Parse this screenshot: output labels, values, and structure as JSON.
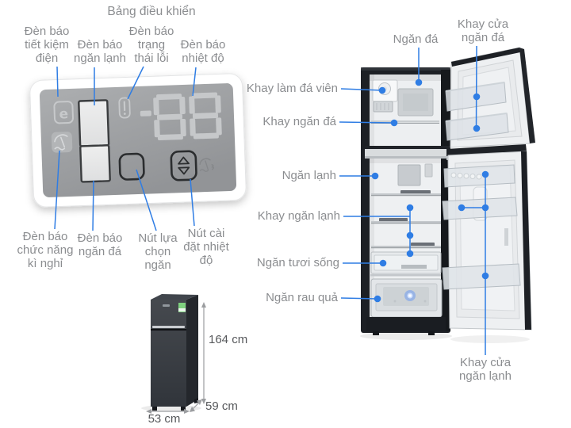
{
  "colors": {
    "accent_blue": "#2f7de4",
    "label_gray": "#8b8d90",
    "dimension_gray": "#56585b",
    "cabinet_dark": "#1d2025",
    "panel_screen_gray": "#9b9d9f"
  },
  "control_panel": {
    "title": "Bảng điều khiển",
    "top_labels": [
      "Đèn báo\ntiết kiệm\nđiện",
      "Đèn báo\nngăn lạnh",
      "Đèn báo\ntrạng\nthái lỗi",
      "Đèn báo\nnhiệt độ"
    ],
    "bottom_labels": [
      "Đèn báo\nchức năng\nkì nghỉ",
      "Đèn báo\nngăn đá",
      "Nút lựa\nchọn\nngăn",
      "Nút cài\nđặt nhiệt\nđộ"
    ],
    "display_value": "-88",
    "eco_icon_letter": "e",
    "icons": [
      "eco-mode-icon",
      "vacation-mode-icon",
      "error-status-icon",
      "compartment-select-button",
      "temperature-set-button",
      "vacation-3s-icon"
    ]
  },
  "fridge_diagram": {
    "top_labels": [
      "Ngăn đá",
      "Khay cửa\nngăn đá"
    ],
    "left_labels": [
      "Khay làm đá viên",
      "Khay ngăn đá",
      "Ngăn lạnh",
      "Khay ngăn lạnh",
      "Ngăn tươi sống",
      "Ngăn rau quả"
    ],
    "bottom_label": "Khay cửa\nngăn lạnh",
    "icons": [
      "ice-maker",
      "led-light",
      "freezer-door",
      "fridge-door",
      "vegetable-drawer",
      "fresh-food-bin"
    ]
  },
  "mini_fridge": {
    "height_label": "164 cm",
    "depth_label": "59 cm",
    "width_label": "53 cm"
  }
}
